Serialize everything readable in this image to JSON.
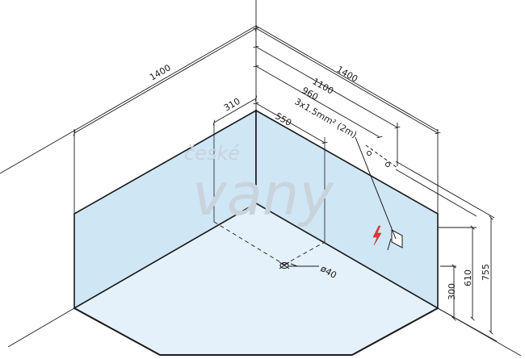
{
  "dimensions": {
    "width_left": "1400",
    "width_right": "1400",
    "d1100": "1100",
    "d960": "960",
    "d310": "310",
    "d550": "550",
    "cable": "3x1.5mm² (2m)",
    "diameter": "ø40",
    "h300": "300",
    "h610": "610",
    "h755": "755"
  },
  "watermark": {
    "line1": "české",
    "line2": "vany"
  },
  "colors": {
    "panel_fill": "#cfe6f5",
    "floor_fill": "#e4f1fa",
    "line": "#1a1a1a",
    "warning": "#e53935"
  }
}
